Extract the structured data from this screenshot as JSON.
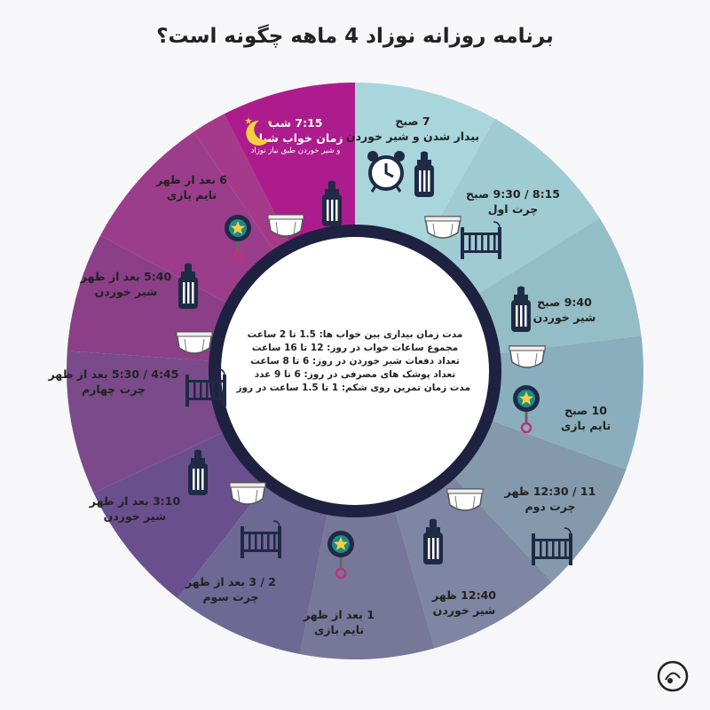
{
  "title": "برنامه روزانه نوزاد 4 ماهه چگونه است؟",
  "colors": {
    "background": "#f7f7f9",
    "ring_border": "#1e2140",
    "icon_navy": "#1f2a44",
    "segment_colors": [
      "#a9d5dc",
      "#9fcbd3",
      "#93bdc7",
      "#8aaebd",
      "#8499ac",
      "#7e86a3",
      "#767799",
      "#6e6894",
      "#6a4f8f",
      "#7a4a8a",
      "#8a3f86",
      "#9b3d8a",
      "#a53a8a",
      "#ad1c8c"
    ]
  },
  "center_lines": [
    "مدت زمان بیداری بین خواب ها: 1.5 تا 2 ساعت",
    "مجموع ساعات خواب در روز: 12 تا 16 ساعت",
    "تعداد دفعات شیر خوردن در روز: 6 تا 8 ساعت",
    "تعداد پوشک های مصرفی در روز: 6 تا 9 عدد",
    "مدت زمان تمرین روی شکم: 1 تا 1.5 ساعت در روز"
  ],
  "segments": [
    {
      "time": "7 صبح",
      "label": "بیدار شدن و شیر خوردن",
      "icons": [
        "alarm-clock-icon",
        "baby-bottle-icon"
      ]
    },
    {
      "time": "8:15 / 9:30 صبح",
      "label": "چرت اول",
      "icons": [
        "diaper-icon",
        "crib-icon"
      ]
    },
    {
      "time": "9:40 صبح",
      "label": "شیر خوردن",
      "icons": [
        "baby-bottle-icon",
        "diaper-icon"
      ]
    },
    {
      "time": "10 صبح",
      "label": "تایم بازی",
      "icons": [
        "rattle-icon"
      ]
    },
    {
      "time": "11 / 12:30 ظهر",
      "label": "چرت دوم",
      "icons": [
        "diaper-icon",
        "crib-icon"
      ]
    },
    {
      "time": "12:40 ظهر",
      "label": "شیر خوردن",
      "icons": [
        "baby-bottle-icon"
      ]
    },
    {
      "time": "1 بعد از ظهر",
      "label": "تایم بازی",
      "icons": [
        "rattle-icon"
      ]
    },
    {
      "time": "2 / 3 بعد از ظهر",
      "label": "چرت سوم",
      "icons": [
        "crib-icon",
        "diaper-icon"
      ]
    },
    {
      "time": "3:10 بعد از ظهر",
      "label": "شیر خوردن",
      "icons": [
        "baby-bottle-icon"
      ]
    },
    {
      "time": "4:45 / 5:30 بعد از ظهر",
      "label": "چرت چهارم",
      "icons": [
        "crib-icon",
        "diaper-icon"
      ]
    },
    {
      "time": "5:40 بعد از ظهر",
      "label": "شیر خوردن",
      "icons": [
        "baby-bottle-icon"
      ]
    },
    {
      "time": "6 بعد از ظهر",
      "label": "تایم بازی",
      "icons": [
        "rattle-icon",
        "diaper-icon"
      ]
    },
    {
      "time": "7:15 شب",
      "label": "زمان خواب شبانه",
      "note": "و شیر خوردن طبق نیاز نوزاد",
      "icons": [
        "moon-stars-icon",
        "baby-bottle-icon"
      ]
    }
  ]
}
